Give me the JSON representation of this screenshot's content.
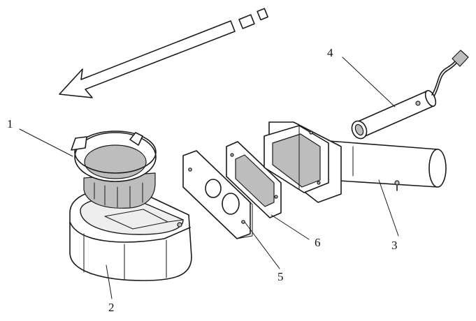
{
  "colors": {
    "line": "#1a1a1a",
    "background": "#ffffff"
  },
  "labels": {
    "part1": "1",
    "part2": "2",
    "part3": "3",
    "part4": "4",
    "part5": "5",
    "part6": "6"
  }
}
